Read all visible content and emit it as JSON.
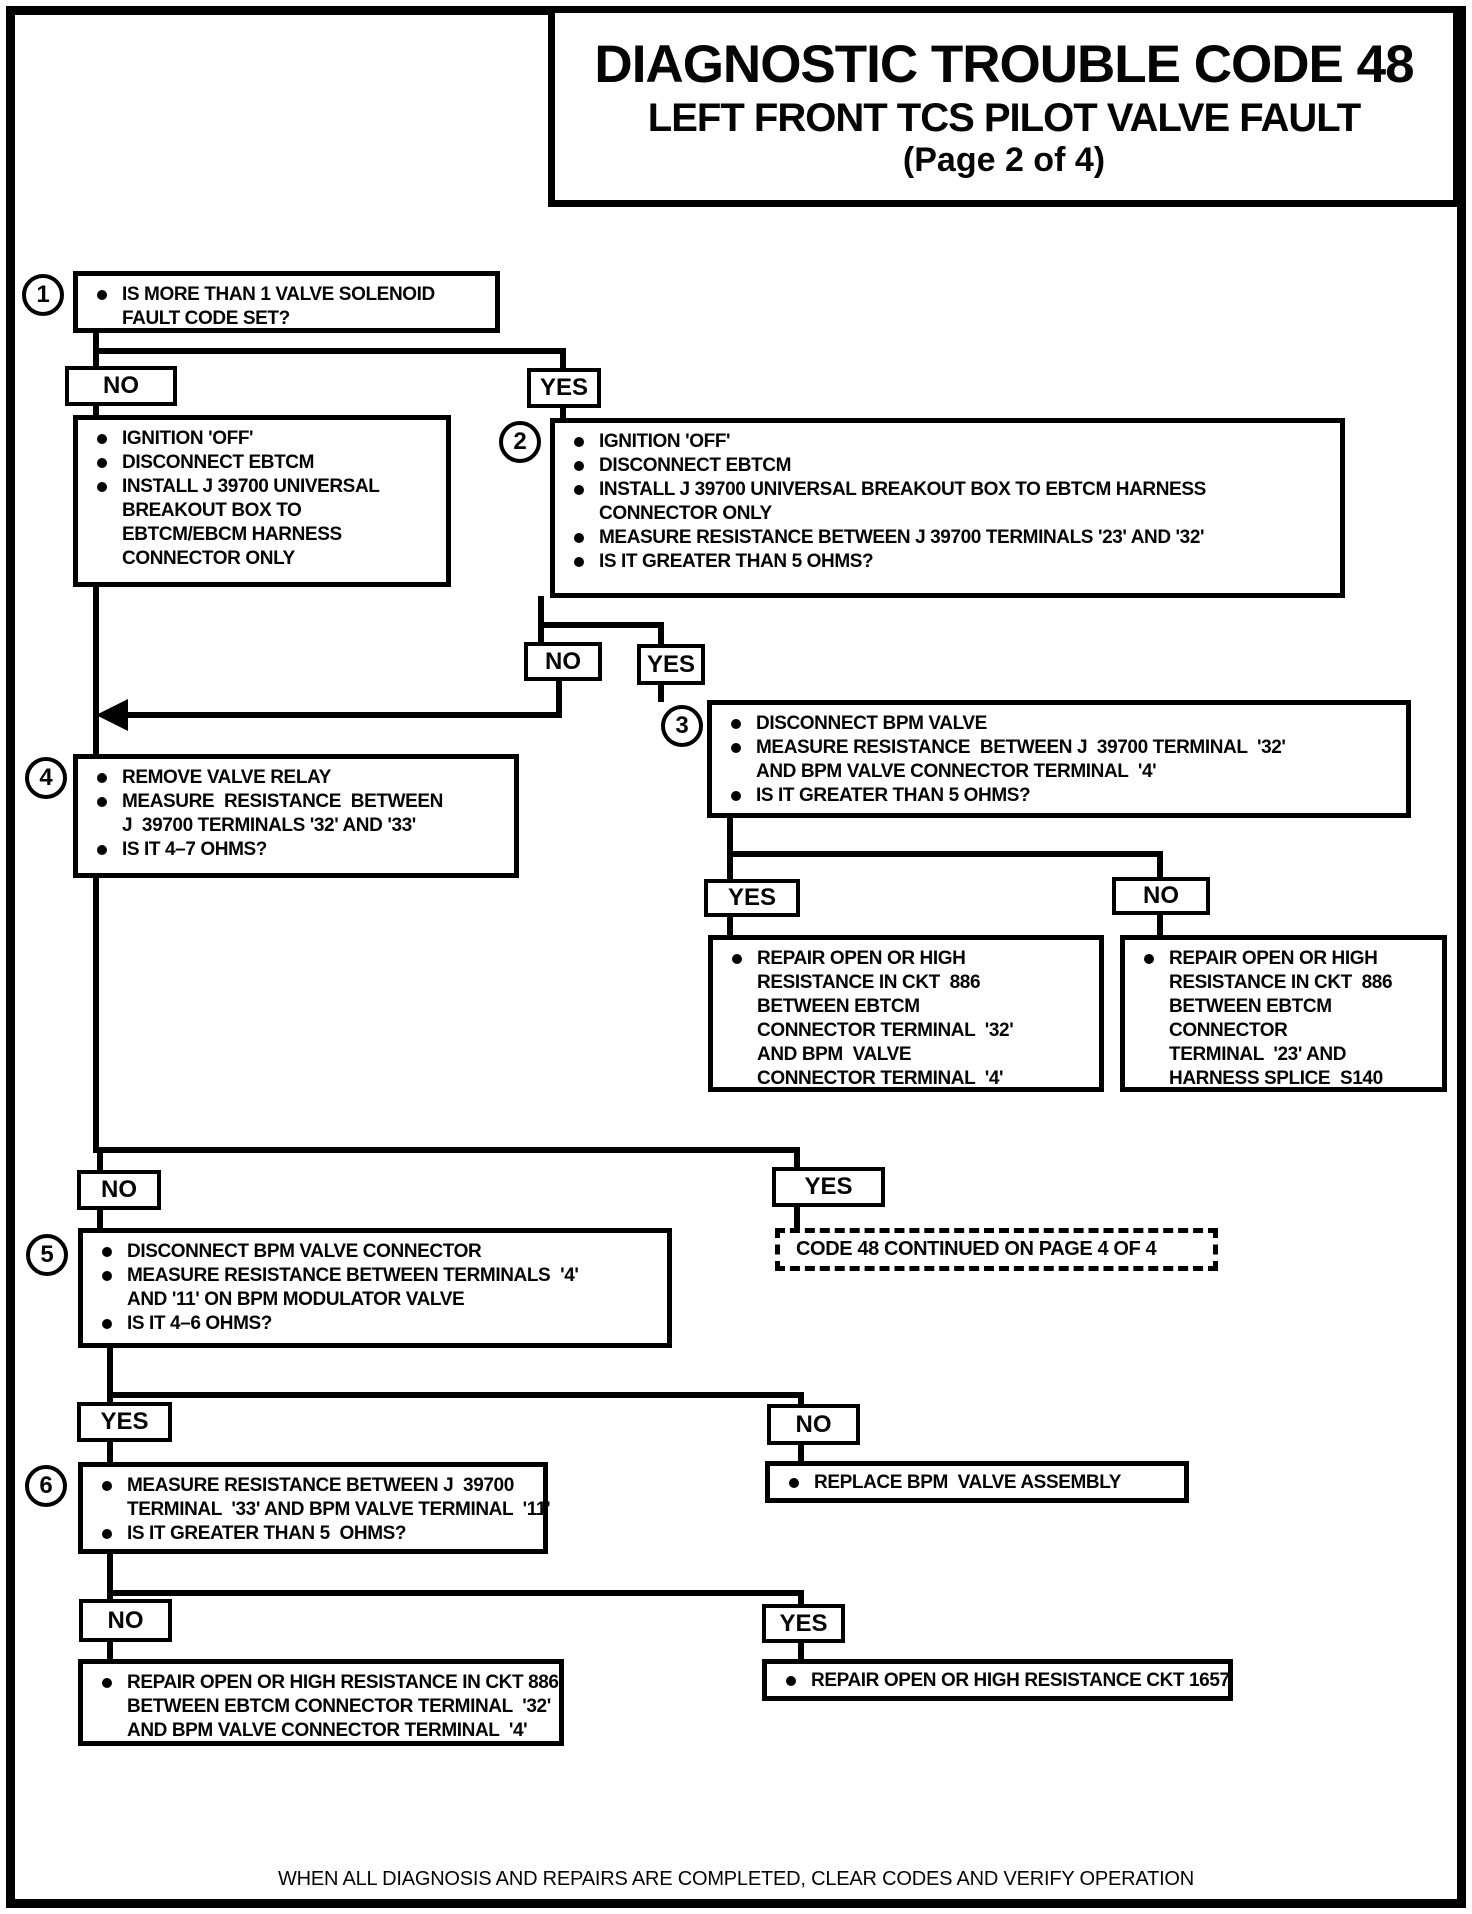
{
  "title": {
    "line1": "DIAGNOSTIC TROUBLE CODE 48",
    "line2": "LEFT FRONT TCS PILOT VALVE FAULT",
    "line3": "(Page 2 of 4)"
  },
  "labels": {
    "yes": "YES",
    "no": "NO"
  },
  "flow": {
    "step1": {
      "num": "1",
      "items": [
        "IS MORE THAN 1 VALVE SOLENOID\nFAULT CODE SET?"
      ]
    },
    "no1_action": {
      "items": [
        "IGNITION 'OFF'",
        "DISCONNECT EBTCM",
        "INSTALL J 39700 UNIVERSAL\nBREAKOUT BOX TO\nEBTCM/EBCM HARNESS\nCONNECTOR ONLY"
      ]
    },
    "step2": {
      "num": "2",
      "items": [
        "IGNITION 'OFF'",
        "DISCONNECT EBTCM",
        "INSTALL J 39700 UNIVERSAL BREAKOUT BOX TO EBTCM HARNESS\nCONNECTOR ONLY",
        "MEASURE RESISTANCE BETWEEN J 39700 TERMINALS '23' AND '32'",
        "IS IT GREATER THAN 5 OHMS?"
      ]
    },
    "step3": {
      "num": "3",
      "items": [
        "DISCONNECT BPM VALVE",
        "MEASURE RESISTANCE  BETWEEN J  39700 TERMINAL  '32'\nAND BPM VALVE CONNECTOR TERMINAL  '4'",
        "IS IT GREATER THAN 5 OHMS?"
      ]
    },
    "step4": {
      "num": "4",
      "items": [
        "REMOVE VALVE RELAY",
        "MEASURE  RESISTANCE  BETWEEN\nJ  39700 TERMINALS '32' AND '33'",
        "IS IT 4–7 OHMS?"
      ]
    },
    "repair_ckt886_bpm": {
      "items": [
        "REPAIR OPEN OR HIGH\nRESISTANCE IN CKT  886\nBETWEEN EBTCM\nCONNECTOR TERMINAL  '32'\nAND BPM  VALVE\nCONNECTOR TERMINAL  '4'"
      ]
    },
    "repair_ckt886_splice": {
      "items": [
        "REPAIR OPEN OR HIGH\nRESISTANCE IN CKT  886\nBETWEEN EBTCM\nCONNECTOR\nTERMINAL  '23' AND\nHARNESS SPLICE  S140"
      ]
    },
    "step5": {
      "num": "5",
      "items": [
        "DISCONNECT BPM VALVE CONNECTOR",
        "MEASURE RESISTANCE BETWEEN TERMINALS  '4'\nAND '11' ON BPM MODULATOR VALVE",
        "IS IT 4–6 OHMS?"
      ]
    },
    "continue_note": {
      "text": "CODE 48 CONTINUED ON PAGE 4 OF 4"
    },
    "step6": {
      "num": "6",
      "items": [
        "MEASURE RESISTANCE BETWEEN J  39700\nTERMINAL  '33' AND BPM VALVE TERMINAL  '11'",
        "IS IT GREATER THAN 5  OHMS?"
      ]
    },
    "replace_valve": {
      "items": [
        "REPLACE BPM  VALVE ASSEMBLY"
      ]
    },
    "repair_ckt886_bottom": {
      "items": [
        "REPAIR OPEN OR HIGH RESISTANCE IN CKT 886\nBETWEEN EBTCM CONNECTOR TERMINAL  '32'\nAND BPM VALVE CONNECTOR TERMINAL  '4'"
      ]
    },
    "repair_ckt1657": {
      "items": [
        "REPAIR OPEN OR HIGH RESISTANCE CKT 1657"
      ]
    }
  },
  "footer": "WHEN ALL DIAGNOSIS AND REPAIRS ARE COMPLETED, CLEAR CODES AND VERIFY OPERATION"
}
